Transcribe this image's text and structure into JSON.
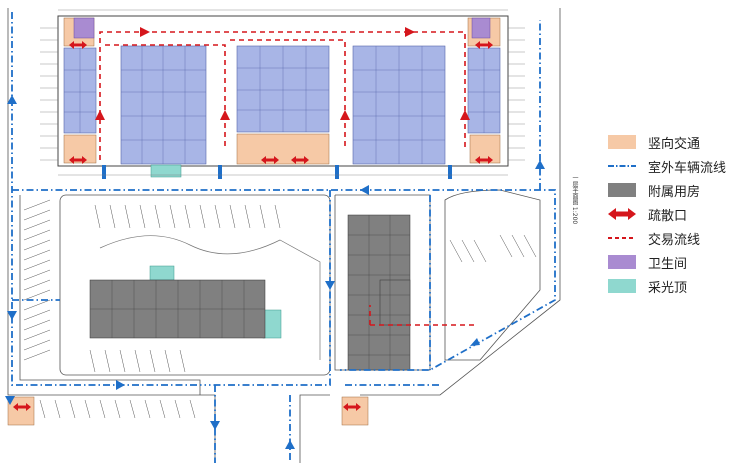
{
  "legend": {
    "items": [
      {
        "label": "竖向交通",
        "color": "#f6c9a6",
        "kind": "swatch"
      },
      {
        "label": "室外车辆流线",
        "color": "#1f6fc8",
        "kind": "dashdot"
      },
      {
        "label": "附属用房",
        "color": "#808080",
        "kind": "swatch"
      },
      {
        "label": "疏散口",
        "color": "#d5161c",
        "kind": "double-arrow"
      },
      {
        "label": "交易流线",
        "color": "#d5161c",
        "kind": "dash"
      },
      {
        "label": "卫生间",
        "color": "#a98bd1",
        "kind": "swatch"
      },
      {
        "label": "采光顶",
        "color": "#8fd8cf",
        "kind": "swatch"
      }
    ]
  },
  "plan": {
    "side_label": "一层平面图 1:200",
    "colors": {
      "hall": "#a8b5e6",
      "hall_line": "#5566aa",
      "stair": "#f6c9a6",
      "service": "#808080",
      "toilet": "#a98bd1",
      "skylight": "#8fd8cf",
      "route": "#d5161c",
      "vehicle": "#1f6fc8"
    }
  }
}
